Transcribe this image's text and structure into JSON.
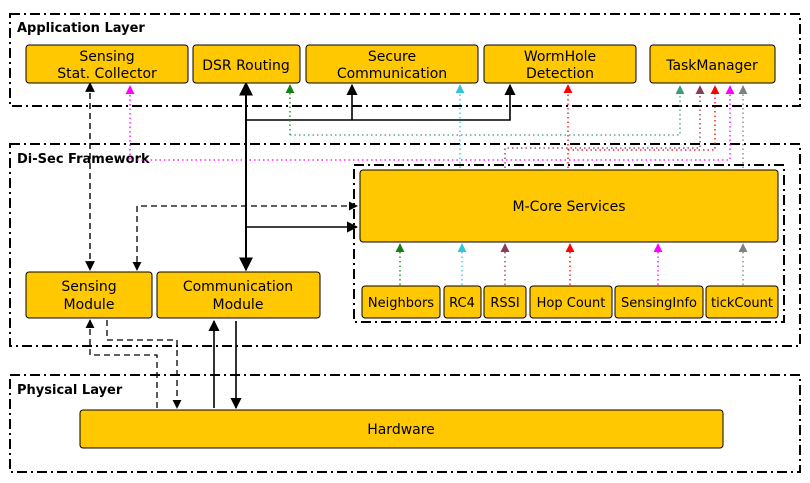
{
  "layers": {
    "application": "Application Layer",
    "framework": "Di-Sec Framework",
    "physical": "Physical Layer"
  },
  "app_modules": {
    "sensing_stat_line1": "Sensing",
    "sensing_stat_line2": "Stat. Collector",
    "dsr_routing": "DSR Routing",
    "secure_comm_line1": "Secure",
    "secure_comm_line2": "Communication",
    "wormhole_line1": "WormHole",
    "wormhole_line2": "Detection",
    "task_manager": "TaskManager"
  },
  "framework_modules": {
    "mcore": "M-Core Services",
    "sensing_line1": "Sensing",
    "sensing_line2": "Module",
    "comm_line1": "Communication",
    "comm_line2": "Module"
  },
  "services": {
    "neighbors": "Neighbors",
    "rc4": "RC4",
    "rssi": "RSSI",
    "hop_count": "Hop Count",
    "sensing_info": "SensingInfo",
    "tick_count": "tickCount"
  },
  "hardware": "Hardware",
  "colors": {
    "box_fill": "#FFC800",
    "neighbors": "#1a7f1a",
    "rc4": "#33c4d6",
    "rssi": "#8a3a5a",
    "hop_count": "#ff0000",
    "sensing_info": "#ff00ff",
    "tick_count": "#808080",
    "task_extra": "#3a9e7a"
  }
}
